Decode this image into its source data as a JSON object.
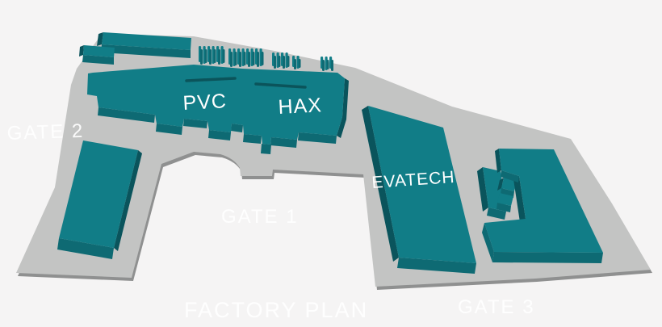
{
  "scene": {
    "title": "FACTORY PLAN"
  },
  "map_labels": {
    "gate_1": "GATE 1",
    "gate_2": "GATE 2",
    "gate_3": "GATE 3"
  },
  "building_labels": {
    "pvc": "PVC",
    "hax": "HAX",
    "evatech": "EVATECH"
  },
  "colors": {
    "background": "#f5f4f4",
    "ground": "#c3c4c3",
    "ground_edge": "#8f9090",
    "roof": "#117d87",
    "roof_front": "#0e6a73",
    "roof_side": "#0a545c",
    "ridge": "#0b545b",
    "label_text": "#ffffff"
  }
}
